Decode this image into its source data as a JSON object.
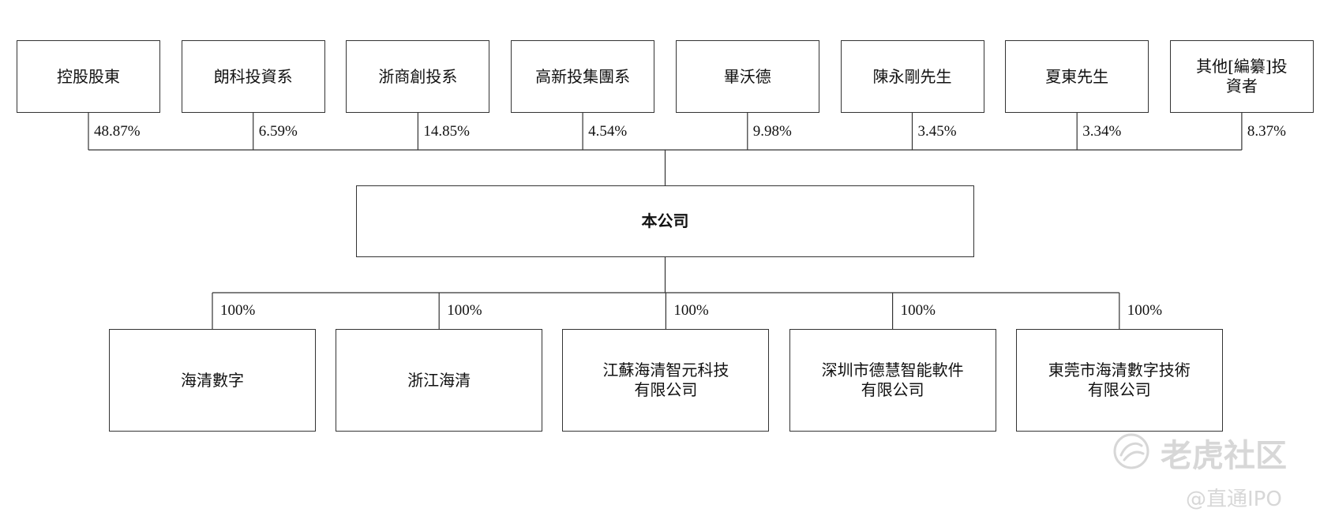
{
  "shareholders": [
    {
      "name": "控股股東",
      "pct": "48.87%"
    },
    {
      "name": "朗科投資系",
      "pct": "6.59%"
    },
    {
      "name": "浙商創投系",
      "pct": "14.85%"
    },
    {
      "name": "高新投集團系",
      "pct": "4.54%"
    },
    {
      "name": "畢沃德",
      "pct": "9.98%"
    },
    {
      "name": "陳永剛先生",
      "pct": "3.45%"
    },
    {
      "name": "夏東先生",
      "pct": "3.34%"
    },
    {
      "name": "其他[編纂]投\n資者",
      "pct": "8.37%"
    }
  ],
  "company": {
    "name": "本公司"
  },
  "subsidiaries": [
    {
      "name": "海清數字",
      "pct": "100%"
    },
    {
      "name": "浙江海清",
      "pct": "100%"
    },
    {
      "name": "江蘇海清智元科技\n有限公司",
      "pct": "100%"
    },
    {
      "name": "深圳市德慧智能軟件\n有限公司",
      "pct": "100%"
    },
    {
      "name": "東莞市海清數字技術\n有限公司",
      "pct": "100%"
    }
  ],
  "watermark": {
    "brand": "老虎社区",
    "source": "@直通IPO"
  },
  "colors": {
    "line": "#333333",
    "text": "#111111",
    "watermark": "#d7d7d7"
  }
}
